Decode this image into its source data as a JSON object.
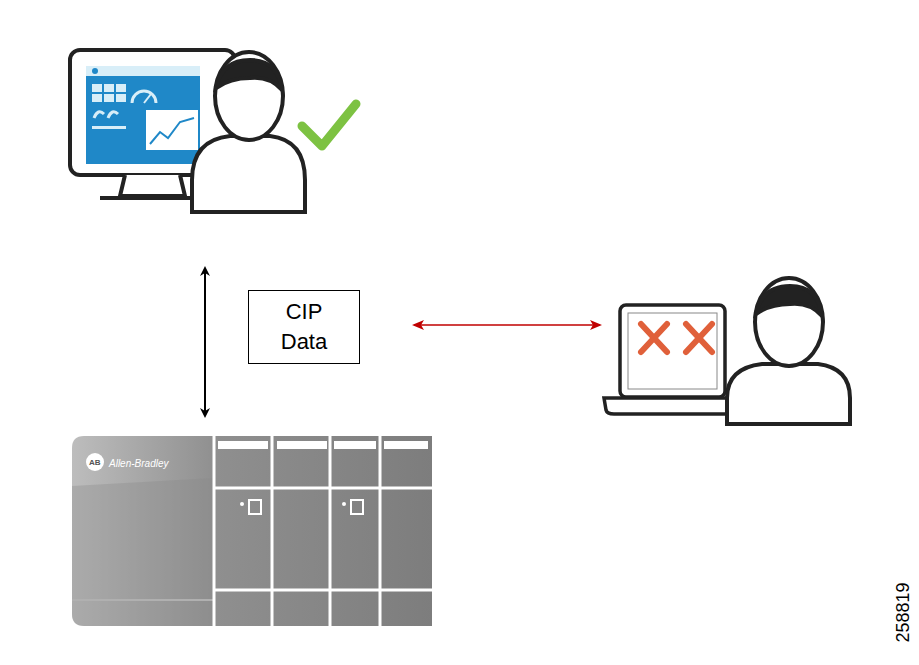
{
  "diagram": {
    "nodes": [
      {
        "text": [
          "CIP Data"
        ]
      }
    ],
    "labels": [
      "AB",
      "Allen-Bradley",
      "258819"
    ]
  }
}
